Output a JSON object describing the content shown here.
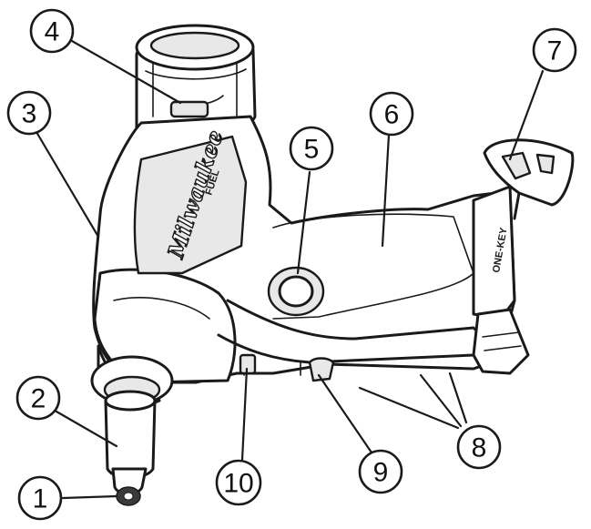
{
  "diagram": {
    "brand_mark": "Milwaukee",
    "model_mark": "FUEL",
    "battery_mark": "ONE-KEY",
    "callouts": [
      {
        "id": "1",
        "label": "1"
      },
      {
        "id": "2",
        "label": "2"
      },
      {
        "id": "3",
        "label": "3"
      },
      {
        "id": "4",
        "label": "4"
      },
      {
        "id": "5",
        "label": "5"
      },
      {
        "id": "6",
        "label": "6"
      },
      {
        "id": "7",
        "label": "7"
      },
      {
        "id": "8",
        "label": "8"
      },
      {
        "id": "9",
        "label": "9"
      },
      {
        "id": "10",
        "label": "10"
      }
    ]
  }
}
